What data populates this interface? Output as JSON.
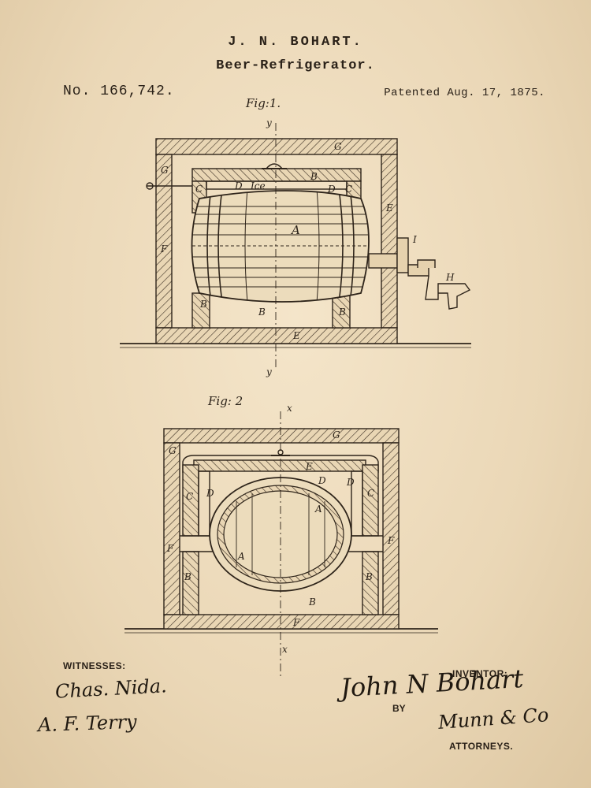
{
  "header": {
    "inventor_name": "J. N. BOHART.",
    "title": "Beer-Refrigerator.",
    "patent_number": "No. 166,742.",
    "patent_date": "Patented Aug. 17, 1875."
  },
  "figures": {
    "fig1": {
      "label": "Fig:1.",
      "axis_top": "y",
      "axis_bottom": "y",
      "labels": {
        "G_top": "G",
        "G_left": "G",
        "B_lid": "B",
        "C_left": "C",
        "C_right": "C",
        "D_left": "D",
        "ice": "Ice",
        "D_right": "D",
        "A": "A",
        "E_right": "E",
        "F_left": "F",
        "I": "I",
        "H": "H",
        "B_low_left": "B",
        "B_mid": "B",
        "B_low_right": "B",
        "E_bottom": "E"
      }
    },
    "fig2": {
      "label": "Fig: 2",
      "axis_top": "x",
      "axis_bottom": "x",
      "labels": {
        "G_top": "G",
        "G_left": "G",
        "E": "E",
        "D_top1": "D",
        "D_top2": "D",
        "C_left": "C",
        "D_left": "D",
        "C_right": "C",
        "A_top": "A",
        "A_left": "A",
        "F_left": "F",
        "F_right": "F",
        "B_left": "B",
        "B_right": "B",
        "B_bottom": "B",
        "F_bottom": "F"
      }
    }
  },
  "footer": {
    "witnesses_label": "WITNESSES:",
    "witness_1": "Chas. Nida.",
    "witness_2": "A. F. Terry",
    "inventor_label": "INVENTOR:",
    "inventor_signature": "John N Bohart",
    "by_label": "BY",
    "attorney_signature": "Munn & Co",
    "attorneys_label": "ATTORNEYS."
  }
}
